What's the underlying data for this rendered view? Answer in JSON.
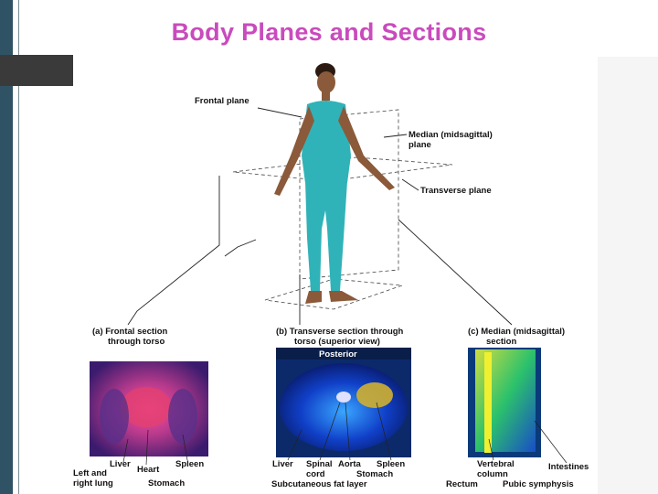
{
  "slide": {
    "title": "Body Planes and Sections"
  },
  "figure": {
    "planes": {
      "frontal": "Frontal plane",
      "median_1": "Median (midsagittal)",
      "median_2": "plane",
      "transverse": "Transverse plane"
    },
    "sections": {
      "a_1": "(a) Frontal section",
      "a_2": "through torso",
      "b_1": "(b) Transverse section through",
      "b_2": "torso (superior view)",
      "c_1": "(c) Median (midsagittal)",
      "c_2": "section"
    },
    "scan_b_header": "Posterior",
    "labels_a": {
      "liver": "Liver",
      "heart": "Heart",
      "spleen": "Spleen",
      "lungs_1": "Left and",
      "lungs_2": "right lung",
      "stomach": "Stomach"
    },
    "labels_b": {
      "liver": "Liver",
      "spinal_1": "Spinal",
      "spinal_2": "cord",
      "aorta": "Aorta",
      "spleen": "Spleen",
      "stomach": "Stomach",
      "fat": "Subcutaneous fat layer"
    },
    "labels_c": {
      "vertebral_1": "Vertebral",
      "vertebral_2": "column",
      "intestines": "Intestines",
      "rectum": "Rectum",
      "pubic": "Pubic symphysis"
    }
  },
  "colors": {
    "title": "#c94bbd",
    "sidebar": "#2f5364",
    "body": "#2fb3b8"
  }
}
